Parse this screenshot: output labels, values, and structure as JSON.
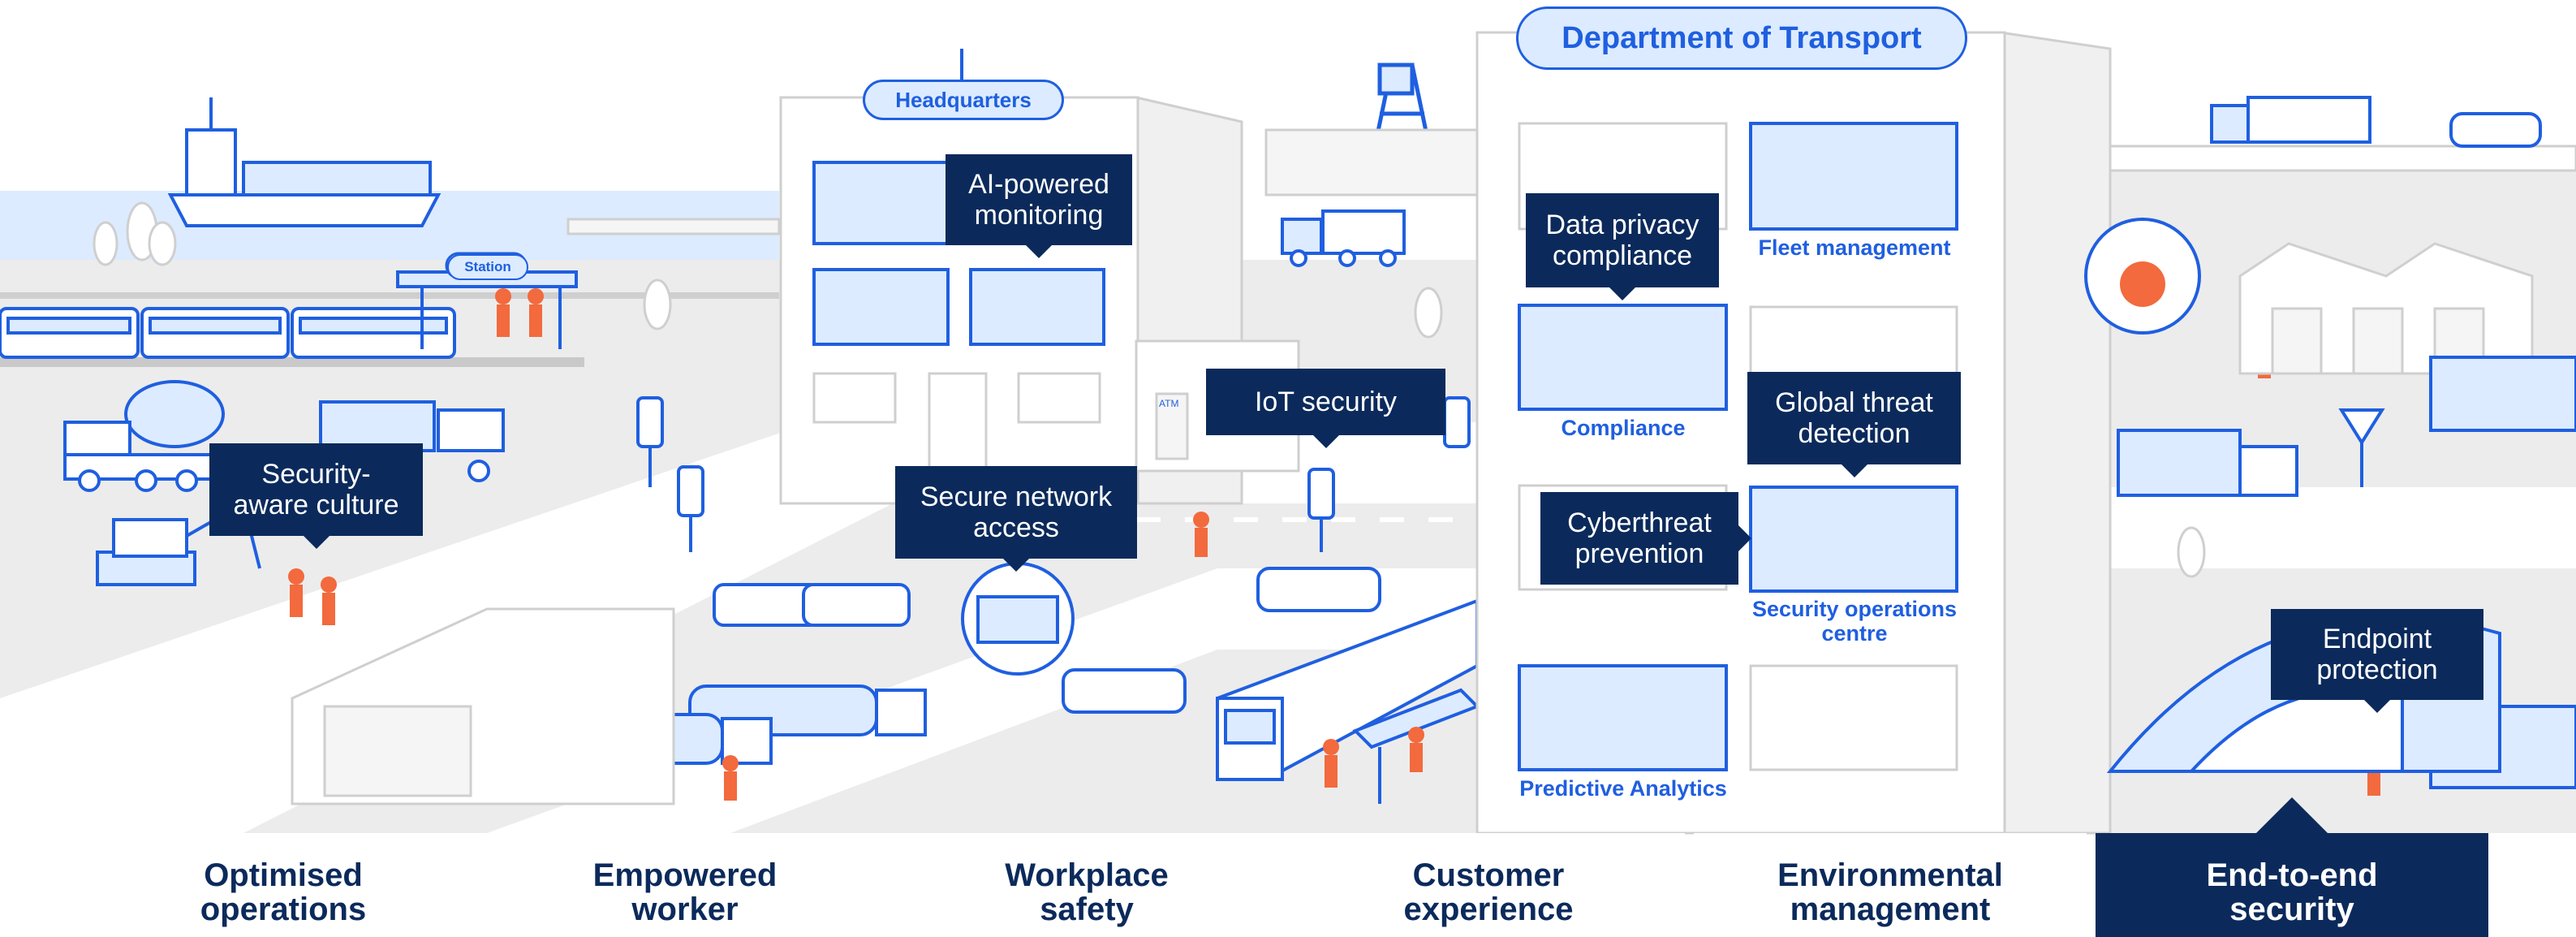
{
  "labels": {
    "headquarters": "Headquarters",
    "station": "Station",
    "department": "Department of Transport",
    "atm": "ATM"
  },
  "callouts": {
    "ai_monitoring": "AI-powered\nmonitoring",
    "security_culture": "Security-\naware culture",
    "secure_network": "Secure network\naccess",
    "iot_security": "IoT security",
    "data_privacy": "Data privacy\ncompliance",
    "global_threat": "Global threat\ndetection",
    "cyberthreat": "Cyberthreat\nprevention",
    "endpoint": "Endpoint\nprotection"
  },
  "panels": {
    "fleet": "Fleet management",
    "compliance": "Compliance",
    "soc": "Security operations\ncentre",
    "predictive": "Predictive Analytics"
  },
  "tabs": [
    {
      "label": "Optimised\noperations",
      "active": false
    },
    {
      "label": "Empowered\nworker",
      "active": false
    },
    {
      "label": "Workplace\nsafety",
      "active": false
    },
    {
      "label": "Customer\nexperience",
      "active": false
    },
    {
      "label": "Environmental\nmanagement",
      "active": false
    },
    {
      "label": "End-to-end\nsecurity",
      "active": true
    }
  ],
  "colors": {
    "navy": "#0b2a5b",
    "blue": "#1f5fe0",
    "light_blue": "#dcebff",
    "orange": "#f26a3d",
    "ground": "#ececec"
  }
}
